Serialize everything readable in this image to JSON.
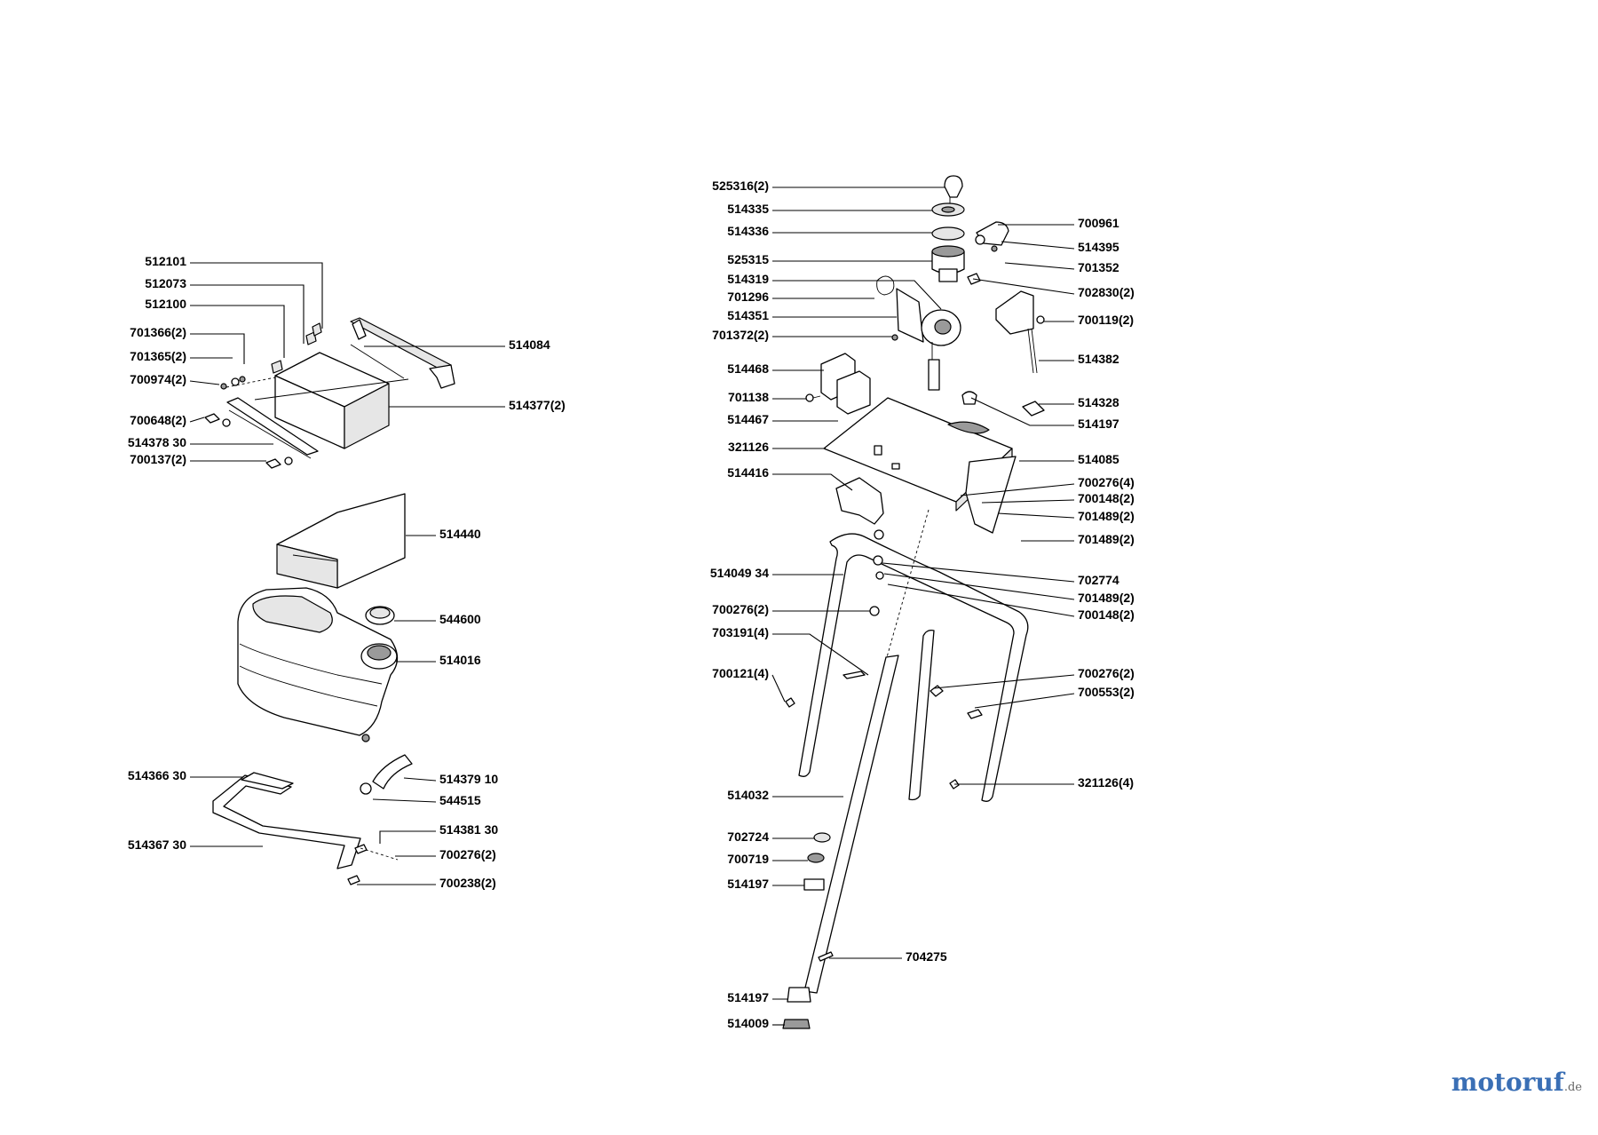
{
  "parts_left": [
    "512101",
    "512073",
    "512100",
    "701366(2)",
    "701365(2)",
    "700974(2)",
    "700648(2)",
    "514378 30",
    "700137(2)",
    "514084",
    "514377(2)",
    "514440",
    "544600",
    "514016",
    "514366 30",
    "514379 10",
    "544515",
    "514381 30",
    "514367 30",
    "700276(2)",
    "700238(2)"
  ],
  "parts_right": [
    "525316(2)",
    "514335",
    "514336",
    "525315",
    "514319",
    "701296",
    "514351",
    "701372(2)",
    "514468",
    "701138",
    "514467",
    "321126",
    "514416",
    "514049 34",
    "700276(2)",
    "703191(4)",
    "700121(4)",
    "514032",
    "702724",
    "700719",
    "514197",
    "514197",
    "514009",
    "700961",
    "514395",
    "701352",
    "702830(2)",
    "700119(2)",
    "514382",
    "514328",
    "514197",
    "514085",
    "700276(4)",
    "700148(2)",
    "701489(2)",
    "701489(2)",
    "702774",
    "701489(2)",
    "700148(2)",
    "700276(2)",
    "700553(2)",
    "321126(4)",
    "704275"
  ],
  "watermark": {
    "brand_main": "motoruf",
    "brand_tld": ".de"
  }
}
